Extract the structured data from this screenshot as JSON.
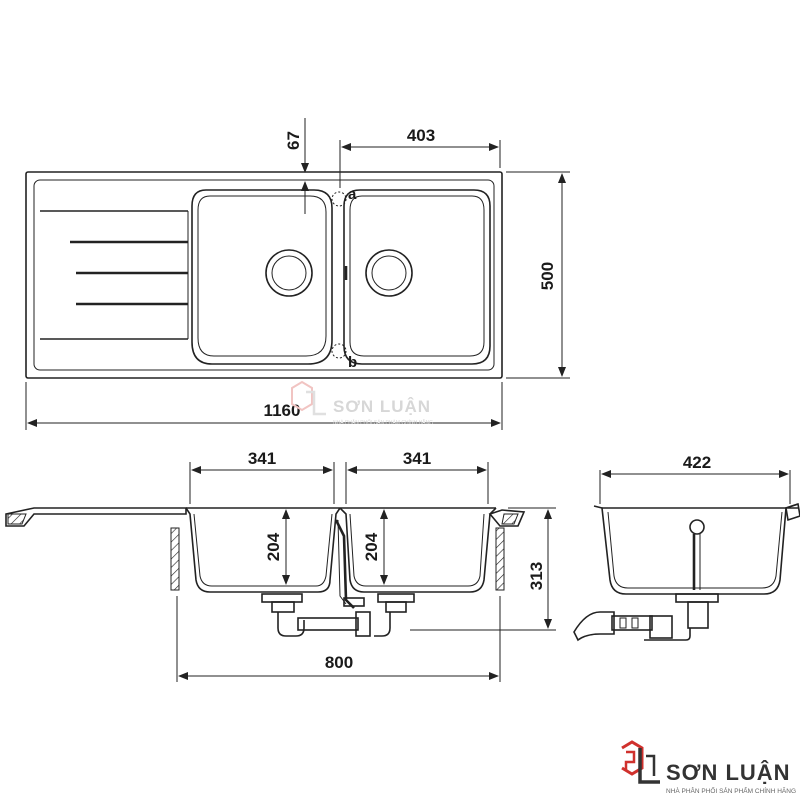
{
  "dimensions": {
    "top_rim_offset": "67",
    "right_bowl_width": "403",
    "overall_length": "1160",
    "overall_depth": "500",
    "left_bowl_width": "341",
    "right_bowl_width_side": "341",
    "left_bowl_depth": "204",
    "right_bowl_depth": "204",
    "total_height": "313",
    "cabinet_width": "800",
    "side_depth": "422"
  },
  "markers": {
    "tap_hole_a": "a",
    "tap_hole_b": "b"
  },
  "watermark": {
    "name": "SƠN LUẬN",
    "tagline": "NHÀ PHÂN PHỐI SẢN PHẨM CHÍNH HÃNG"
  },
  "logo": {
    "name": "SƠN LUẬN",
    "tagline": "NHÀ PHÂN PHỐI SẢN PHẨM CHÍNH HÃNG"
  },
  "colors": {
    "line": "#222222",
    "accent": "#d0312d",
    "watermark": "#d7d7d7"
  }
}
